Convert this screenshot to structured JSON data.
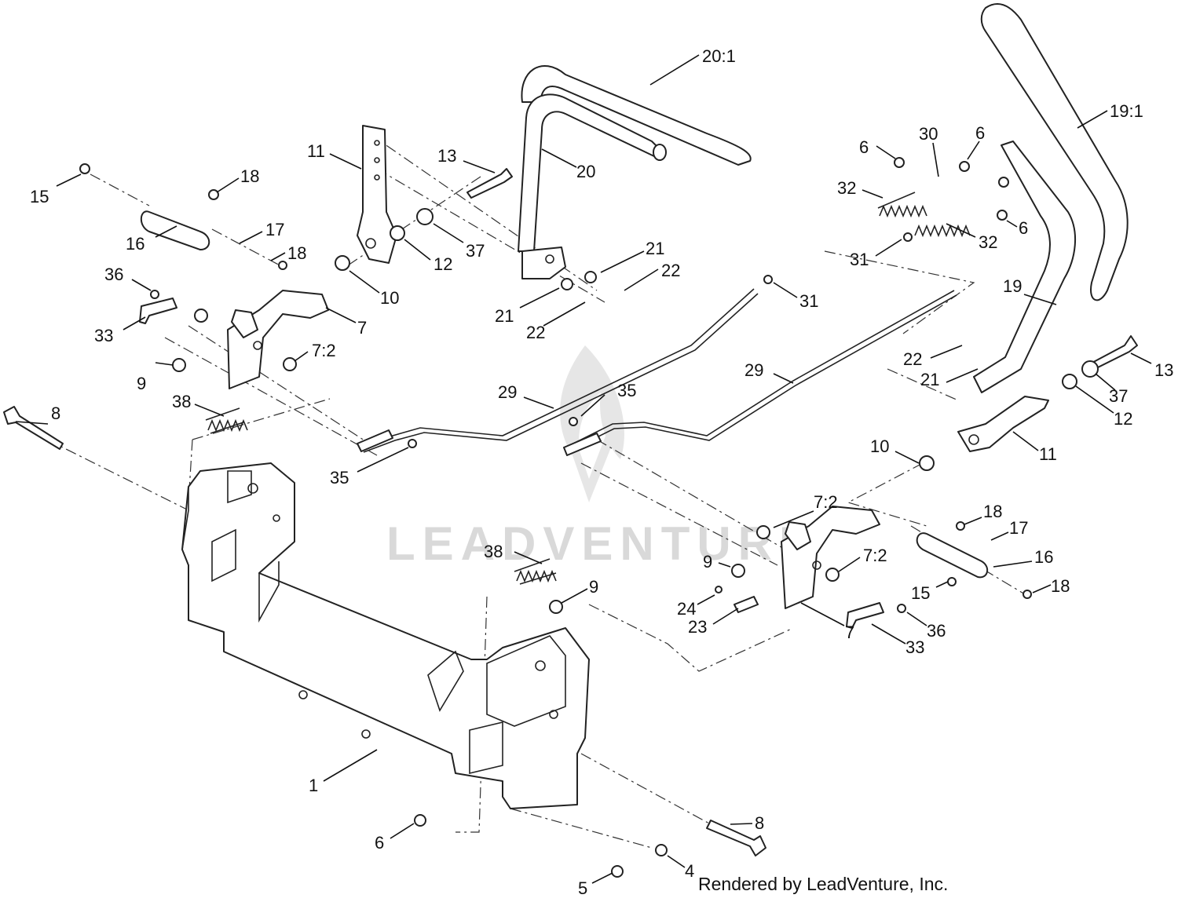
{
  "watermark": {
    "text": "LEADVENTURE"
  },
  "footer": {
    "credit": "Rendered by LeadVenture, Inc."
  },
  "callouts": [
    {
      "id": "c-15a",
      "text": "15"
    },
    {
      "id": "c-18a",
      "text": "18"
    },
    {
      "id": "c-16a",
      "text": "16"
    },
    {
      "id": "c-17a",
      "text": "17"
    },
    {
      "id": "c-18b",
      "text": "18"
    },
    {
      "id": "c-36a",
      "text": "36"
    },
    {
      "id": "c-33a",
      "text": "33"
    },
    {
      "id": "c-9a",
      "text": "9"
    },
    {
      "id": "c-11a",
      "text": "11"
    },
    {
      "id": "c-13a",
      "text": "13"
    },
    {
      "id": "c-20",
      "text": "20"
    },
    {
      "id": "c-201",
      "text": "20:1"
    },
    {
      "id": "c-12a",
      "text": "12"
    },
    {
      "id": "c-37a",
      "text": "37"
    },
    {
      "id": "c-10a",
      "text": "10"
    },
    {
      "id": "c-7a",
      "text": "7"
    },
    {
      "id": "c-72a",
      "text": "7:2"
    },
    {
      "id": "c-21a",
      "text": "21"
    },
    {
      "id": "c-22a",
      "text": "22"
    },
    {
      "id": "c-21b",
      "text": "21"
    },
    {
      "id": "c-22b",
      "text": "22"
    },
    {
      "id": "c-6a",
      "text": "6"
    },
    {
      "id": "c-30",
      "text": "30"
    },
    {
      "id": "c-6b",
      "text": "6"
    },
    {
      "id": "c-191",
      "text": "19:1"
    },
    {
      "id": "c-32a",
      "text": "32"
    },
    {
      "id": "c-6c",
      "text": "6"
    },
    {
      "id": "c-32b",
      "text": "32"
    },
    {
      "id": "c-31a",
      "text": "31"
    },
    {
      "id": "c-31b",
      "text": "31"
    },
    {
      "id": "c-19",
      "text": "19"
    },
    {
      "id": "c-22c",
      "text": "22"
    },
    {
      "id": "c-21c",
      "text": "21"
    },
    {
      "id": "c-29a",
      "text": "29"
    },
    {
      "id": "c-29b",
      "text": "29"
    },
    {
      "id": "c-13b",
      "text": "13"
    },
    {
      "id": "c-37b",
      "text": "37"
    },
    {
      "id": "c-12b",
      "text": "12"
    },
    {
      "id": "c-11b",
      "text": "11"
    },
    {
      "id": "c-8a",
      "text": "8"
    },
    {
      "id": "c-38a",
      "text": "38"
    },
    {
      "id": "c-35a",
      "text": "35"
    },
    {
      "id": "c-35b",
      "text": "35"
    },
    {
      "id": "c-10b",
      "text": "10"
    },
    {
      "id": "c-72b",
      "text": "7:2"
    },
    {
      "id": "c-18c",
      "text": "18"
    },
    {
      "id": "c-17b",
      "text": "17"
    },
    {
      "id": "c-16b",
      "text": "16"
    },
    {
      "id": "c-18d",
      "text": "18"
    },
    {
      "id": "c-38b",
      "text": "38"
    },
    {
      "id": "c-9b",
      "text": "9"
    },
    {
      "id": "c-9c",
      "text": "9"
    },
    {
      "id": "c-72c",
      "text": "7:2"
    },
    {
      "id": "c-15b",
      "text": "15"
    },
    {
      "id": "c-24",
      "text": "24"
    },
    {
      "id": "c-23",
      "text": "23"
    },
    {
      "id": "c-7b",
      "text": "7"
    },
    {
      "id": "c-36b",
      "text": "36"
    },
    {
      "id": "c-33b",
      "text": "33"
    },
    {
      "id": "c-1",
      "text": "1"
    },
    {
      "id": "c-8b",
      "text": "8"
    },
    {
      "id": "c-6d",
      "text": "6"
    },
    {
      "id": "c-4",
      "text": "4"
    },
    {
      "id": "c-5",
      "text": "5"
    }
  ]
}
